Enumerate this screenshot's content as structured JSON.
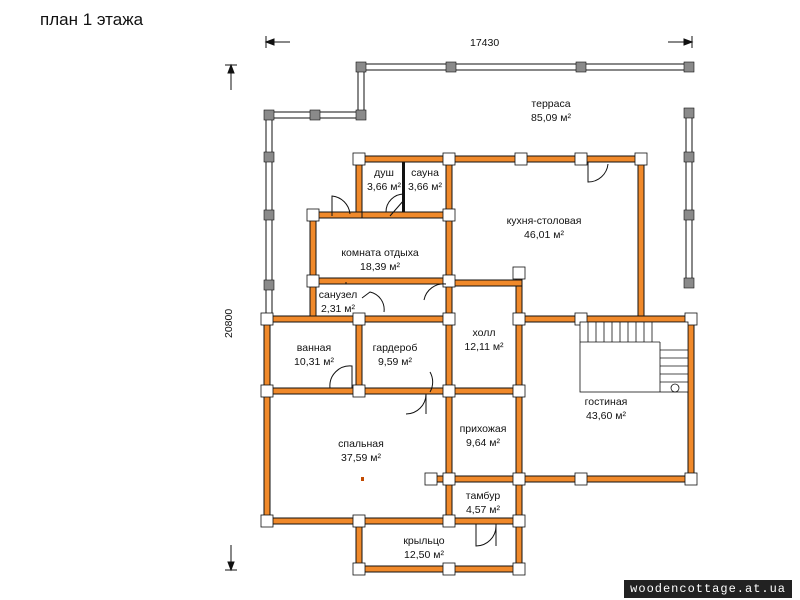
{
  "title": "план 1 этажа",
  "dimensions": {
    "width": "17430",
    "height": "20800"
  },
  "rooms": [
    {
      "name": "терраса",
      "area": "85,09 м²"
    },
    {
      "name": "душ",
      "area": "3,66 м²"
    },
    {
      "name": "сауна",
      "area": "3,66 м²"
    },
    {
      "name": "кухня-столовая",
      "area": "46,01 м²"
    },
    {
      "name": "комната отдыха",
      "area": "18,39 м²"
    },
    {
      "name": "санузел",
      "area": "2,31 м²"
    },
    {
      "name": "ванная",
      "area": "10,31 м²"
    },
    {
      "name": "гардероб",
      "area": "9,59 м²"
    },
    {
      "name": "холл",
      "area": "12,11 м²"
    },
    {
      "name": "гостиная",
      "area": "43,60 м²"
    },
    {
      "name": "прихожая",
      "area": "9,64 м²"
    },
    {
      "name": "спальная",
      "area": "37,59 м²"
    },
    {
      "name": "тамбур",
      "area": "4,57 м²"
    },
    {
      "name": "крыльцо",
      "area": "12,50 м²"
    }
  ],
  "colors": {
    "log_wall": "#f0892a",
    "outline": "#111111",
    "terrace_post": "#888888"
  },
  "watermark": "woodencottage.at.ua"
}
